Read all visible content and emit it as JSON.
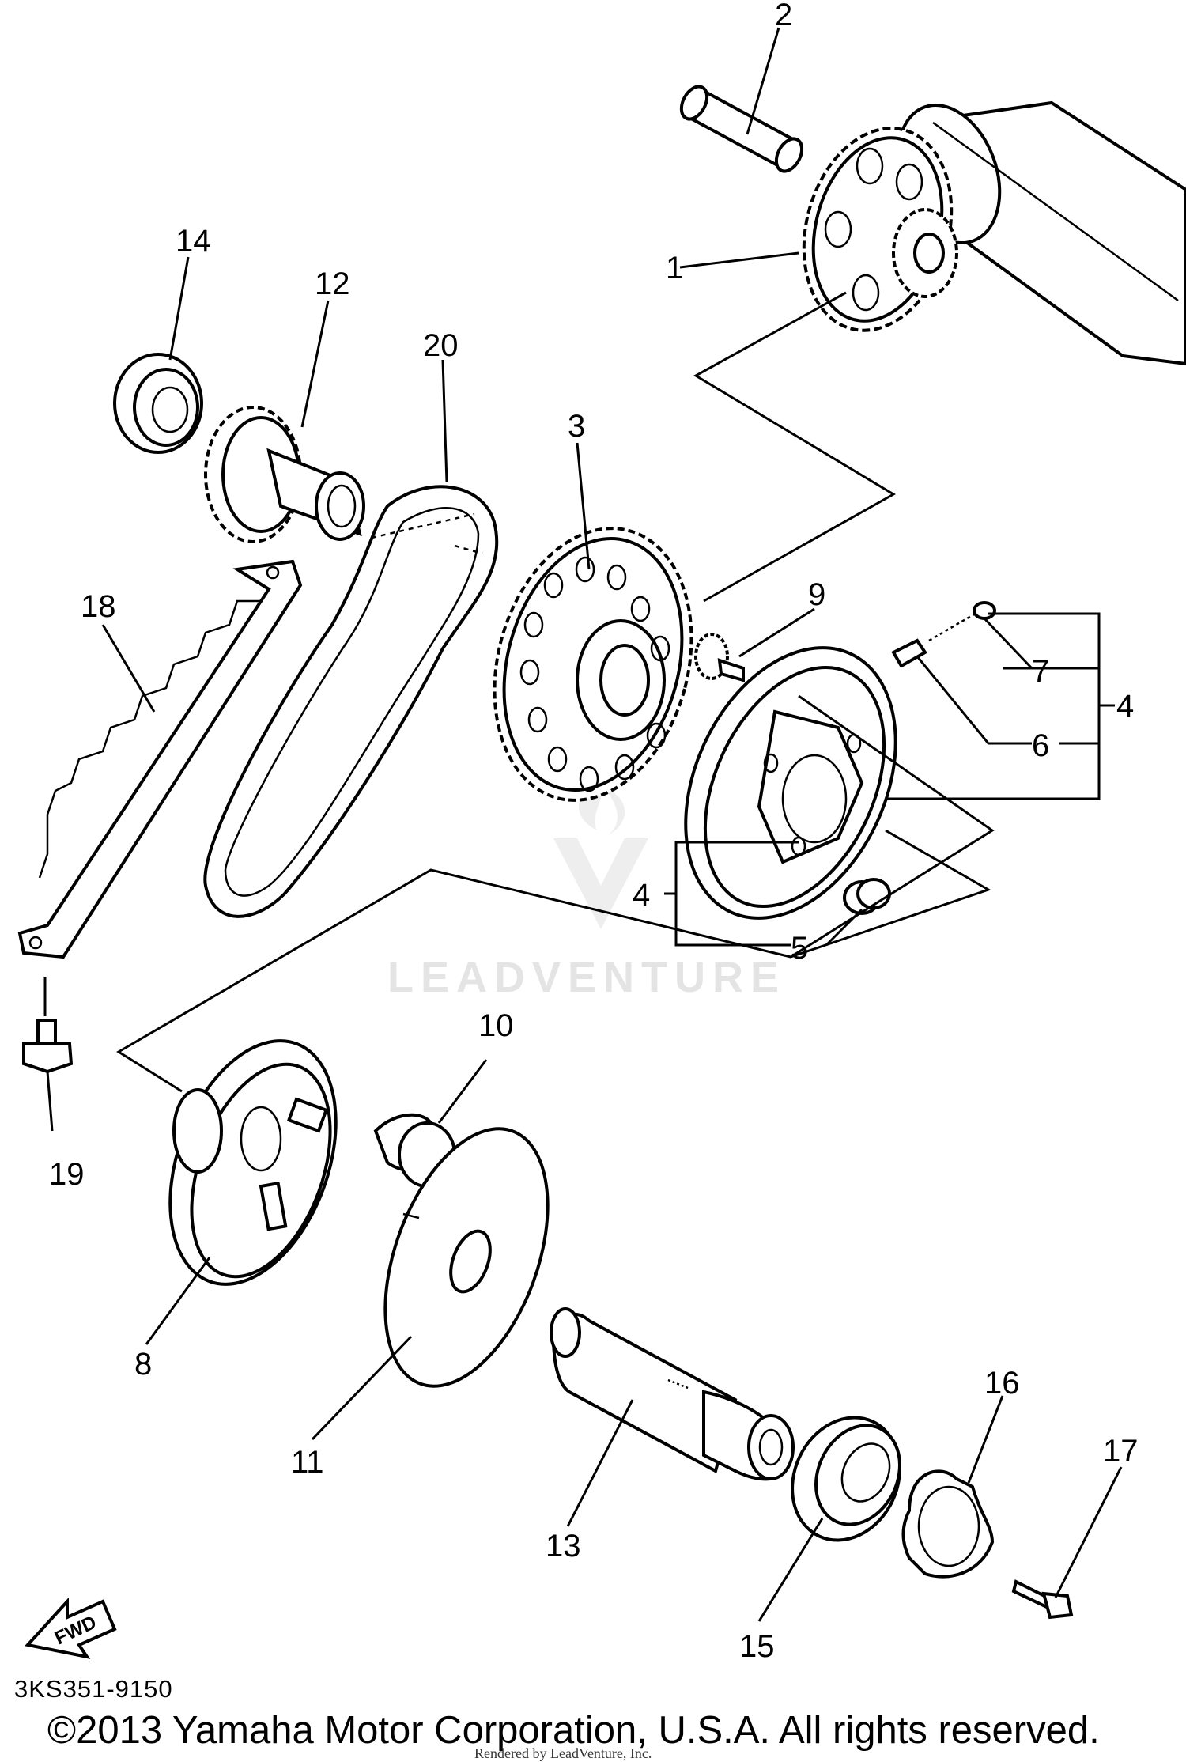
{
  "callouts": {
    "c1": "1",
    "c2": "2",
    "c3": "3",
    "c4a": "4",
    "c4b": "4",
    "c5": "5",
    "c6": "6",
    "c7": "7",
    "c8": "8",
    "c9": "9",
    "c10": "10",
    "c11": "11",
    "c12": "12",
    "c13": "13",
    "c14": "14",
    "c15": "15",
    "c16": "16",
    "c17": "17",
    "c18": "18",
    "c19": "19",
    "c20": "20"
  },
  "fwd_label": "FWD",
  "diagram_code": "3KS351-9150",
  "copyright": "©2013 Yamaha Motor Corporation, U.S.A. All rights reserved.",
  "render_note": "Rendered by LeadVenture, Inc.",
  "watermark": "LEADVENTURE",
  "colors": {
    "ink": "#000000",
    "paper": "#ffffff",
    "watermark": "#e4e4e4"
  }
}
